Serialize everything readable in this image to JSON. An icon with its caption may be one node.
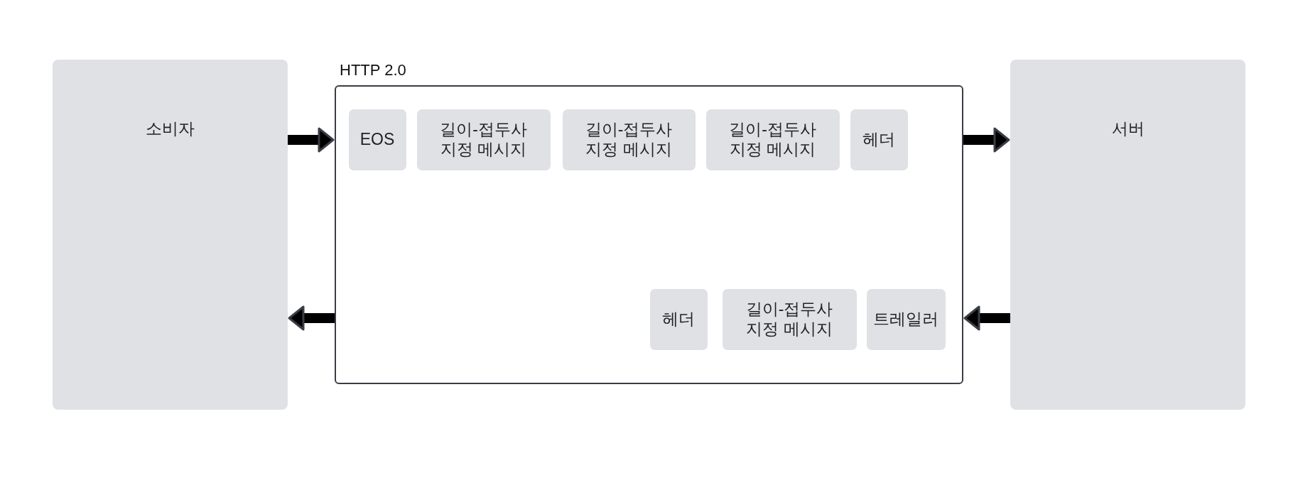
{
  "diagram": {
    "nodes": [
      {
        "text": [
          "소비자"
        ]
      },
      {
        "text": [
          "HTTP 2.0"
        ]
      },
      {
        "text": [
          "EOS"
        ],
        "in": 1
      },
      {
        "text": [
          "길이-접두사 지정 메시지"
        ],
        "in": 1
      },
      {
        "text": [
          "길이-접두사 지정 메시지"
        ],
        "in": 1
      },
      {
        "text": [
          "길이-접두사 지정 메시지"
        ],
        "in": 1
      },
      {
        "text": [
          "헤더"
        ],
        "in": 1
      },
      {
        "text": [
          "헤더"
        ],
        "in": 1
      },
      {
        "text": [
          "길이-접두사 지정 메시지"
        ],
        "in": 1
      },
      {
        "text": [
          "트레일러"
        ],
        "in": 1
      },
      {
        "text": [
          "서버"
        ]
      }
    ],
    "edges": [
      {
        "from": 0,
        "to": 1,
        "arrow": "to"
      },
      {
        "from": 1,
        "to": 10,
        "arrow": "to"
      },
      {
        "from": 10,
        "to": 1,
        "arrow": "to"
      },
      {
        "from": 1,
        "to": 0,
        "arrow": "to"
      }
    ]
  }
}
